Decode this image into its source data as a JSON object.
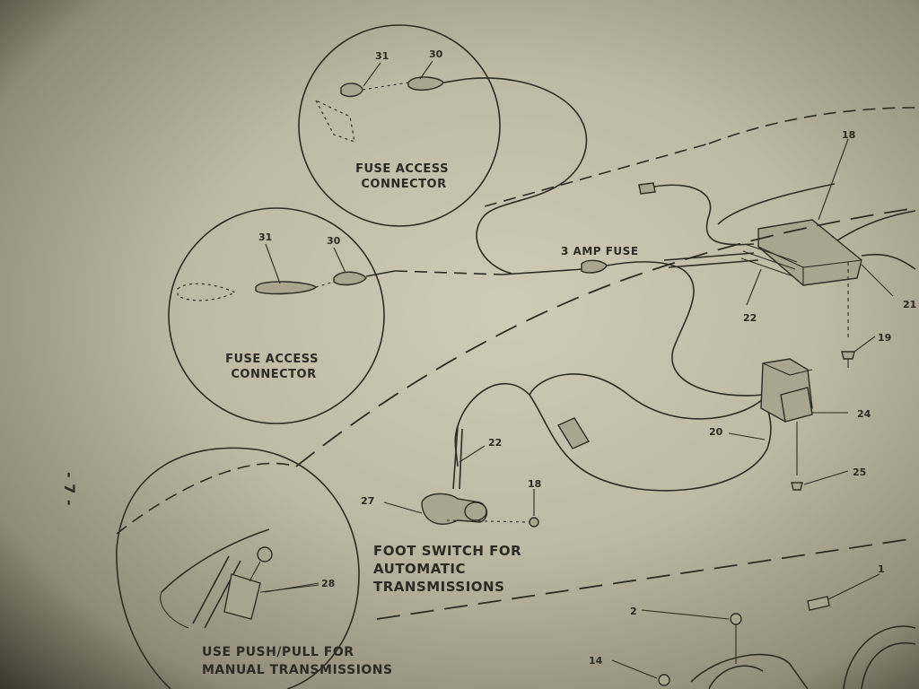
{
  "labels": {
    "fuse_access_1": [
      "FUSE ACCESS",
      "CONNECTOR"
    ],
    "fuse_access_2": [
      "FUSE ACCESS",
      "CONNECTOR"
    ],
    "fuse": "3 AMP FUSE",
    "foot_switch": [
      "FOOT SWITCH FOR",
      "AUTOMATIC",
      "TRANSMISSIONS"
    ],
    "push_pull": [
      "USE PUSH/PULL FOR",
      "MANUAL TRANSMISSIONS"
    ],
    "page_number": "- 7 -"
  },
  "callouts": {
    "c31a": "31",
    "c30a": "30",
    "c31b": "31",
    "c30b": "30",
    "c18top": "18",
    "c21": "21",
    "c22top": "22",
    "c19": "19",
    "c24": "24",
    "c20": "20",
    "c25": "25",
    "c22mid": "22",
    "c27": "27",
    "c18mid": "18",
    "c28": "28",
    "c1": "1",
    "c2": "2",
    "c14": "14"
  },
  "colors": {
    "paper": "#c6c2ad",
    "ink": "#2b2a24"
  }
}
